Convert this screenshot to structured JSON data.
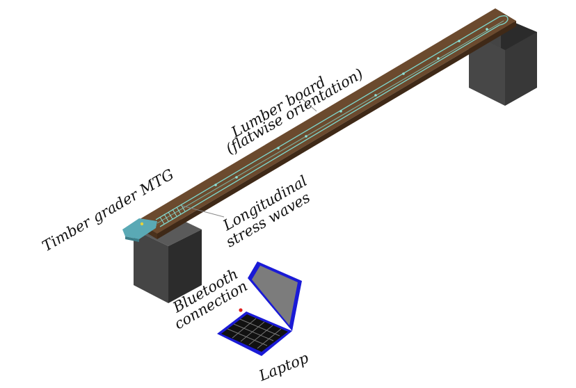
{
  "labels": {
    "lumber_line1": "Lumber board",
    "lumber_line2": "(flatwise orientation)",
    "timber_grader": "Timber grader MTG",
    "stress_line1": "Longitudinal",
    "stress_line2": "stress waves",
    "bluetooth_line1": "Bluetooth",
    "bluetooth_line2": "connection",
    "laptop": "Laptop"
  },
  "colors": {
    "board_top": "#6b4a2e",
    "board_side": "#4a311c",
    "wave_line": "#7fd3c8",
    "support_front": "#3c3c3c",
    "support_side": "#2a2a2a",
    "support_top": "#555555",
    "device": "#5aa9b5",
    "laptop_frame": "#1a1ad6",
    "laptop_screen": "#7c7c7c",
    "bluetooth_dot": "#e02020"
  },
  "icons": {
    "device": "timber-grader-device-icon",
    "laptop": "laptop-icon"
  }
}
